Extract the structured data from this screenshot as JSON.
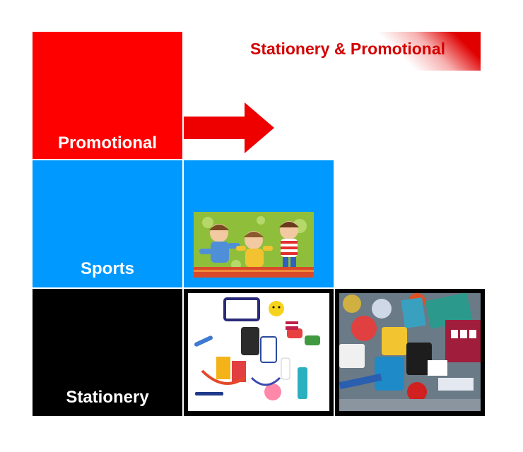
{
  "header": {
    "title": "Stationery & Promotional"
  },
  "tiles": {
    "promotional": {
      "label": "Promotional",
      "color": "#ff0000"
    },
    "sports": {
      "label": "Sports",
      "color": "#0099ff"
    },
    "stationery": {
      "label": "Stationery",
      "color": "#000000"
    }
  },
  "arrow": {
    "color": "#ee0000",
    "direction": "right"
  },
  "images": {
    "kids": "cartoon-kids-illustration",
    "promo_products": "promotional-products-collage",
    "branded_merch": "branded-merchandise-collage"
  }
}
